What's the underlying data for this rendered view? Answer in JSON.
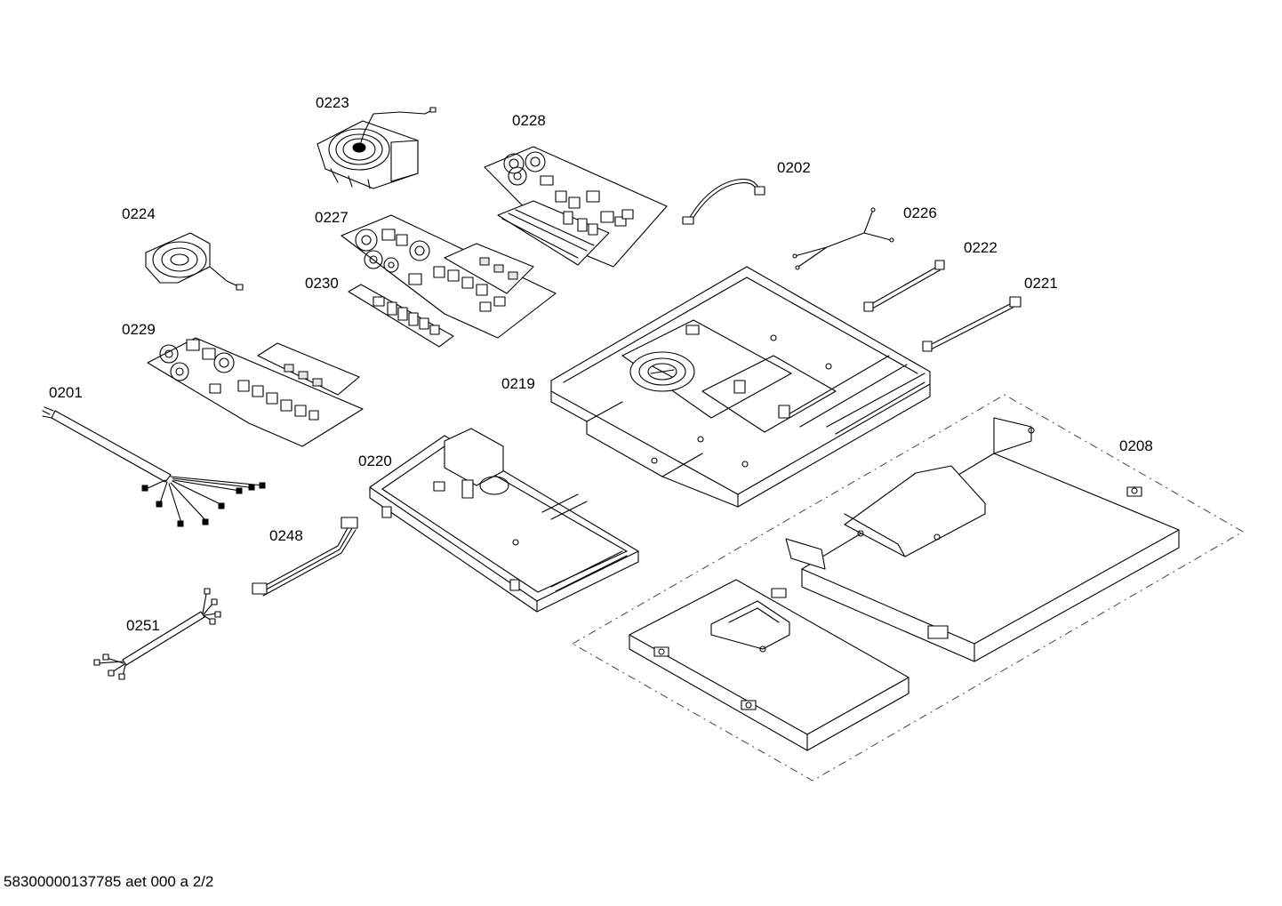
{
  "labels": {
    "p0223": "0223",
    "p0228": "0228",
    "p0202": "0202",
    "p0224": "0224",
    "p0227": "0227",
    "p0226": "0226",
    "p0222": "0222",
    "p0230": "0230",
    "p0221": "0221",
    "p0229": "0229",
    "p0219": "0219",
    "p0201": "0201",
    "p0208": "0208",
    "p0220": "0220",
    "p0248": "0248",
    "p0251": "0251"
  },
  "footer": {
    "document_id": "58300000137785 aet 000 a 2/2"
  }
}
